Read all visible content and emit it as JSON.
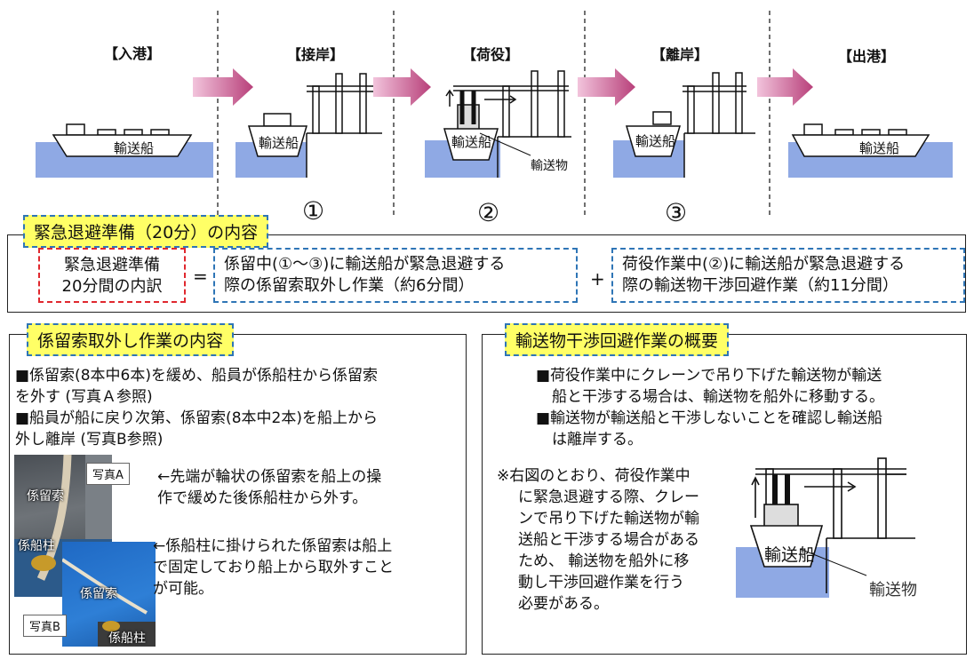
{
  "stages": [
    {
      "label": "【入港】"
    },
    {
      "label": "【接岸】"
    },
    {
      "label": "【荷役】"
    },
    {
      "label": "【離岸】"
    },
    {
      "label": "【出港】"
    }
  ],
  "ship_label": "輸送船",
  "cargo_label": "輸送物",
  "step_numbers": [
    "①",
    "②",
    "③"
  ],
  "summary": {
    "title": "緊急退避準備（20分）の内容",
    "box1": {
      "line1": "緊急退避準備",
      "line2": "20分間の内訳"
    },
    "equals": "=",
    "box2": {
      "line1": "係留中(①～③)に輸送船が緊急退避する",
      "line2": "際の係留索取外し作業（約6分間）"
    },
    "plus": "+",
    "box3": {
      "line1": "荷役作業中(②)に輸送船が緊急退避する",
      "line2": "際の輸送物干渉回避作業（約11分間）"
    }
  },
  "left_panel": {
    "title": "係留索取外し作業の内容",
    "bullet1": {
      "line1": "■係留索(8本中6本)を緩め、船員が係船柱から係留索",
      "line2": "を外す (写真Ａ参照)"
    },
    "bullet2": {
      "line1": "■船員が船に戻り次第、係留索(8本中2本)を船上から",
      "line2": "外し離岸 (写真B参照)"
    },
    "photoA": {
      "label": "写真A",
      "rope": "係留索",
      "bollard": "係船柱"
    },
    "photoB": {
      "label": "写真B",
      "rope": "係留索",
      "bollard": "係船柱"
    },
    "noteA": {
      "line1": "←先端が輪状の係留索を船上の操",
      "line2": "作で緩めた後係船柱から外す。"
    },
    "noteB": {
      "line1": "←係船柱に掛けられた係留索は船上",
      "line2": "で固定しており船上から取外すこと",
      "line3": "が可能。"
    }
  },
  "right_panel": {
    "title": "輸送物干渉回避作業の概要",
    "bullet1": {
      "line1": "■荷役作業中にクレーンで吊り下げた輸送物が輸送",
      "line2": "船と干渉する場合は、輸送物を船外に移動する。"
    },
    "bullet2": {
      "line1": "■輸送物が輸送船と干渉しないことを確認し輸送船",
      "line2": "は離岸する。"
    },
    "note": {
      "line1": "※右図のとおり、荷役作業中",
      "line2": "に緊急退避する際、クレー",
      "line3": "ンで吊り下げた輸送物が輸",
      "line4": "送船と干渉する場合がある",
      "line5": "ため、 輸送物を船外に移",
      "line6": "動し干渉回避作業を行う",
      "line7": "必要がある。"
    },
    "ship_label": "輸送船",
    "cargo_label": "輸送物"
  },
  "colors": {
    "water": "#8fa9e4",
    "arrow": "#c8508a",
    "tag_bg": "#ffff66",
    "blue_dash": "#2e75b6",
    "red_dash": "#e0282e"
  }
}
